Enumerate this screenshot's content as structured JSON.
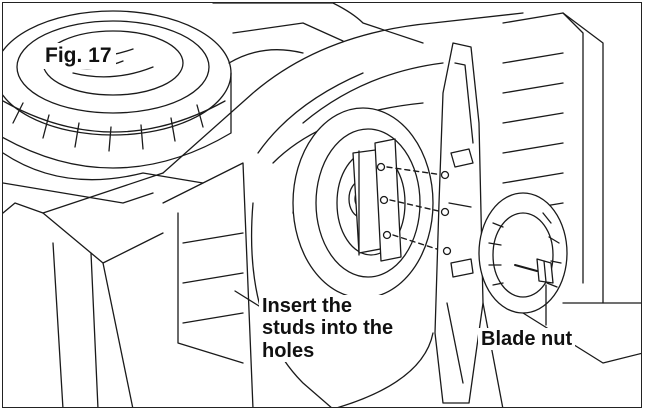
{
  "figure": {
    "label": "Fig. 17"
  },
  "callouts": {
    "studs": {
      "lines": [
        "Insert the",
        "studs into the",
        "holes"
      ]
    },
    "blade_nut": {
      "text": "Blade nut"
    }
  },
  "colors": {
    "line": "#1a1a1a",
    "background": "#ffffff"
  }
}
